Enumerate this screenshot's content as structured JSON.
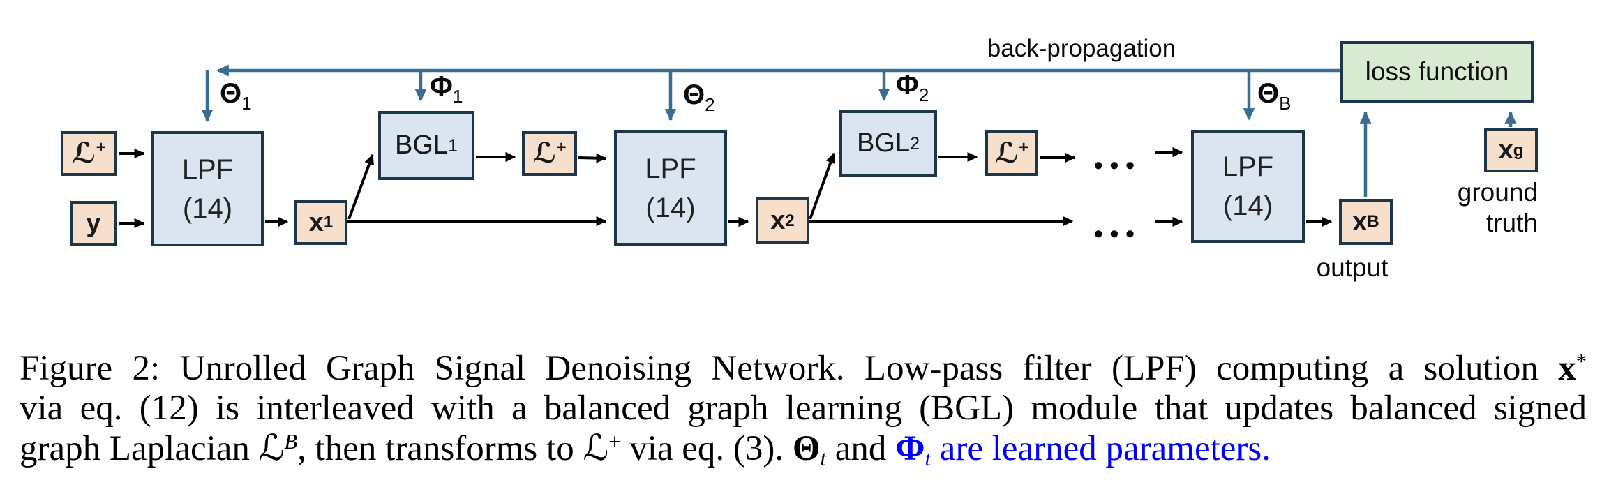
{
  "diagram": {
    "backprop_label": "back-propagation",
    "loss_label": "loss function",
    "output_label": "output",
    "ground_truth_line1": "ground",
    "ground_truth_line2": "truth",
    "dots": "•••",
    "boxes": {
      "l_plus": {
        "base": "ℒ",
        "sup": "+"
      },
      "y_label": "y",
      "lpf_line1": "LPF",
      "lpf_line2": "(14)",
      "bgl1": {
        "base": "BGL",
        "sub": "1"
      },
      "bgl2": {
        "base": "BGL",
        "sub": "2"
      },
      "x1": {
        "base": "x",
        "sup": "1"
      },
      "x2": {
        "base": "x",
        "sup": "2"
      },
      "xB": {
        "base": "x",
        "sup": "B"
      },
      "xg": {
        "base": "x",
        "sup": "g"
      }
    },
    "params": {
      "theta1": {
        "base": "Θ",
        "sub": "1"
      },
      "phi1": {
        "base": "Φ",
        "sub": "1"
      },
      "theta2": {
        "base": "Θ",
        "sub": "2"
      },
      "phi2": {
        "base": "Φ",
        "sub": "2"
      },
      "thetaB": {
        "base": "Θ",
        "sub": "B"
      }
    },
    "colors": {
      "signal_box_fill": "#f8dfcb",
      "module_box_fill": "#dbe5f1",
      "loss_box_fill": "#d9ead3",
      "backprop_arrow": "#3a6d91",
      "box_border": "#1c3848",
      "caption_highlight": "#0000ff"
    }
  },
  "caption": {
    "line1": {
      "text": "Figure 2: Unrolled Graph Signal Denoising Network. Low-pass filter (LPF) computing a solution ",
      "math_base": "x",
      "math_sup": "*"
    },
    "line2": "via eq. (12) is interleaved with a balanced graph learning (BGL) module that updates balanced signed",
    "line3": {
      "seg1": "graph Laplacian ",
      "lap1_base": "ℒ",
      "lap1_sup": "B",
      "seg2": ", then transforms to ",
      "lap2_base": "ℒ",
      "lap2_sup": "+",
      "seg3": " via eq. (3). ",
      "theta_base": "Θ",
      "theta_sub": "t",
      "seg4": " and ",
      "phi_base": "Φ",
      "phi_sub": "t",
      "seg5": " are learned parameters."
    }
  }
}
